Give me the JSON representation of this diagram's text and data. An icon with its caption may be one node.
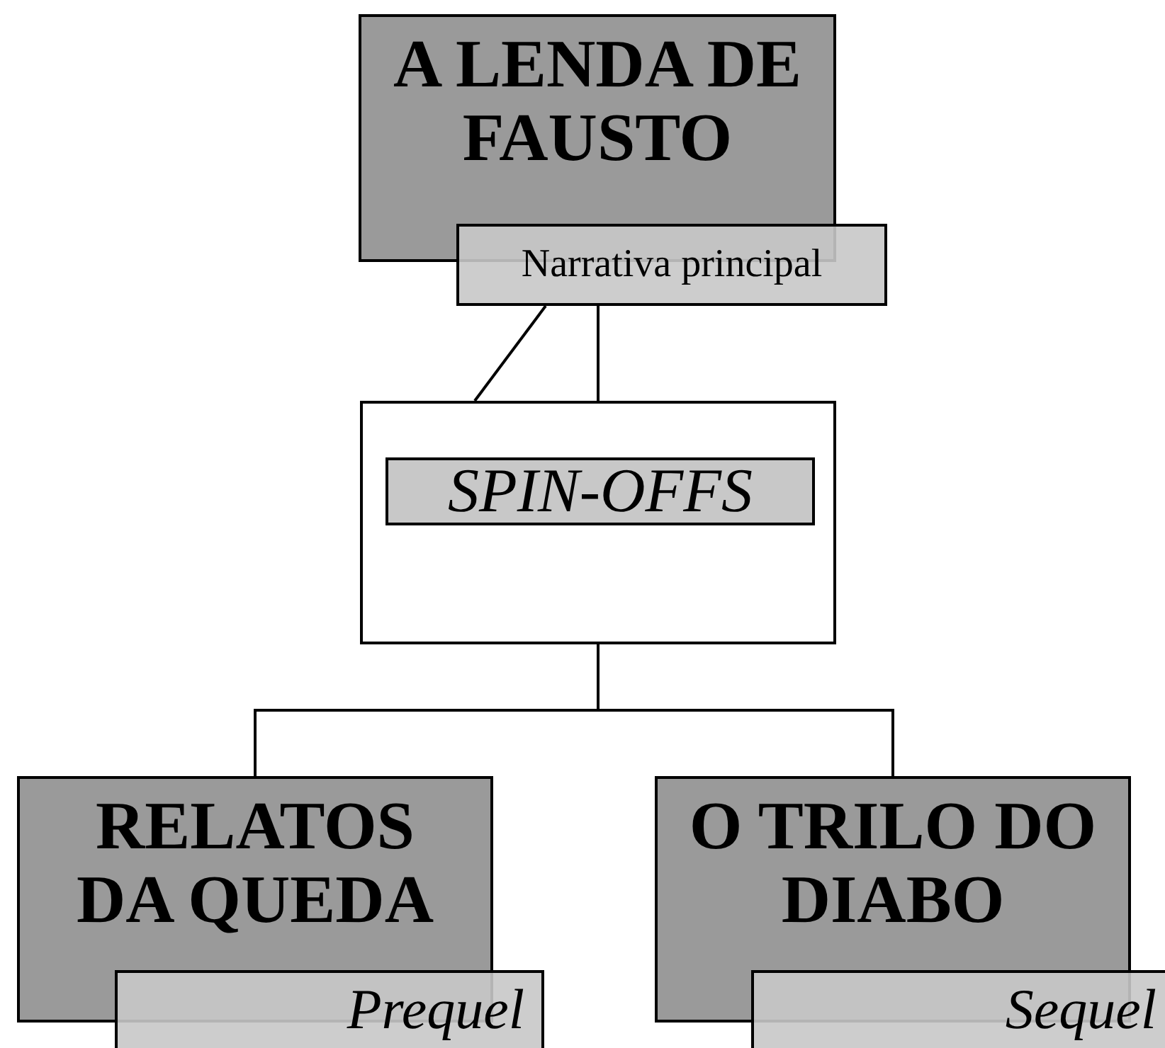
{
  "diagram": {
    "nodes": [
      {
        "text": [
          "A LENDA DE FAUSTO"
        ]
      },
      {
        "text": [
          "Narrativa principal"
        ]
      },
      {
        "text": [],
        "shape": "box"
      },
      {
        "text": [
          "SPIN-OFFS"
        ],
        "in": 2
      },
      {
        "text": [
          "RELATOS DA QUEDA"
        ]
      },
      {
        "text": [
          "Prequel"
        ]
      },
      {
        "text": [
          "O TRILO DO DIABO"
        ]
      },
      {
        "text": [
          "Sequel"
        ]
      }
    ],
    "edges": [
      {
        "from": 1,
        "to": 2,
        "arrow": "none"
      },
      {
        "from": 1,
        "to": 2,
        "arrow": "none"
      },
      {
        "from": 2,
        "to": 4,
        "arrow": "none"
      },
      {
        "from": 2,
        "to": 6,
        "arrow": "none"
      }
    ]
  }
}
